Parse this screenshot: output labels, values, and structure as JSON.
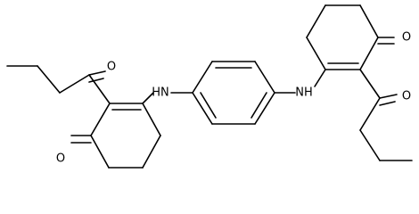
{
  "structure": {
    "atoms": {
      "ketone_o_left_chain": "O",
      "ketone_o_left_ring": "O",
      "ketone_o_right_ring": "O",
      "ketone_o_right_chain": "O",
      "amine_left": "HN",
      "amine_right": "NH"
    },
    "colors": {
      "bond": "#000000",
      "label": "#000000",
      "background": "#ffffff"
    }
  }
}
